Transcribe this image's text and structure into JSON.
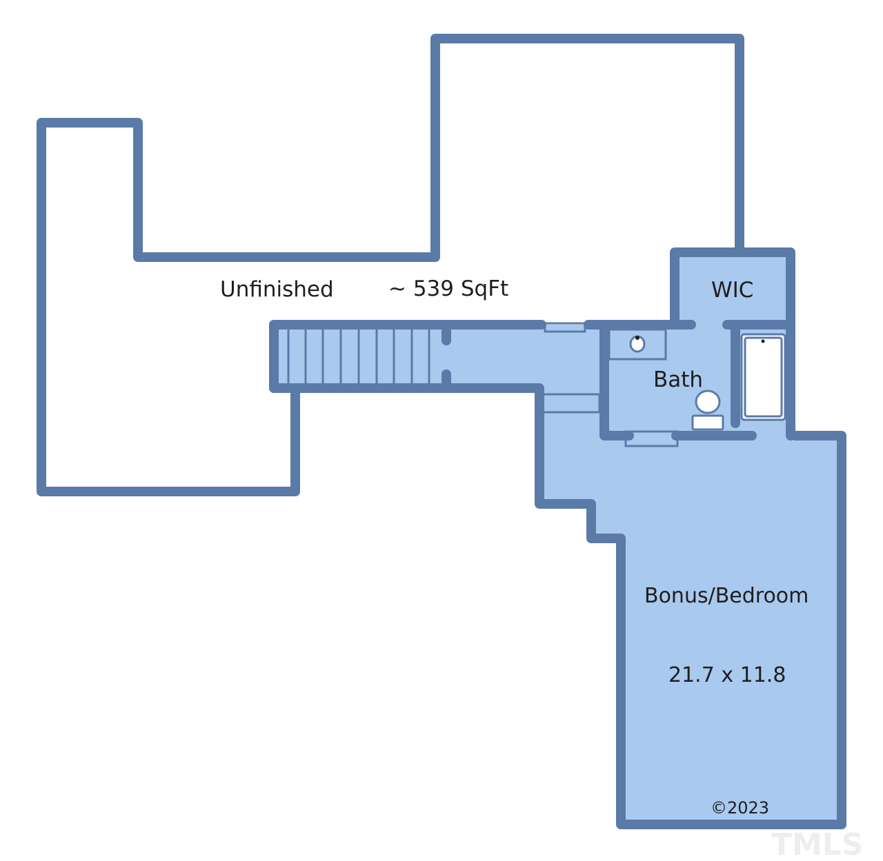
{
  "colors": {
    "wall": "#5a7aa8",
    "room_fill": "#a9c9ee",
    "background": "#ffffff",
    "fixture": "#ffffff",
    "text": "#1e1e1e"
  },
  "rooms": {
    "unfinished": {
      "name": "Unfinished",
      "area": "~ 539 SqFt"
    },
    "wic": {
      "name": "WIC"
    },
    "bath": {
      "name": "Bath"
    },
    "bonus": {
      "name": "Bonus/Bedroom",
      "dimensions": "21.7 x 11.8"
    }
  },
  "copyright": "©2023",
  "watermark": "TMLS"
}
